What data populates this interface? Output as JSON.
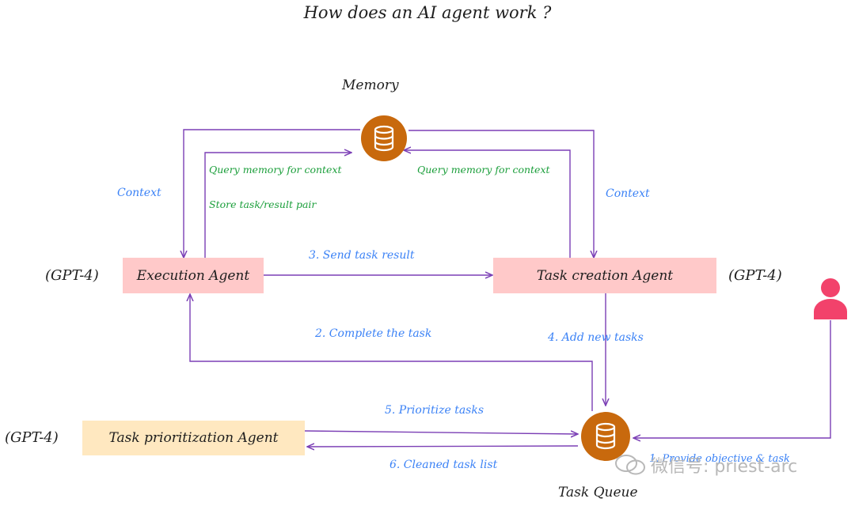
{
  "title": "How does an AI agent work ?",
  "nodes": {
    "memory": {
      "label": "Memory",
      "icon": "database-icon"
    },
    "task_queue": {
      "label": "Task Queue",
      "icon": "database-icon"
    },
    "execution_agent": {
      "label": "Execution Agent",
      "model": "(GPT-4)"
    },
    "task_creation_agent": {
      "label": "Task creation Agent",
      "model": "(GPT-4)"
    },
    "task_prioritization_agent": {
      "label": "Task prioritization Agent",
      "model": "(GPT-4)"
    },
    "user": {
      "icon": "user-icon"
    }
  },
  "edges": {
    "context_left": "Context",
    "context_right": "Context",
    "query_left": "Query memory for context",
    "store_pair": "Store task/result pair",
    "query_right": "Query memory for context",
    "send_result": "3. Send task result",
    "complete_task": "2. Complete the task",
    "add_tasks": "4.  Add new tasks",
    "prioritize": "5. Prioritize tasks",
    "cleaned_list": "6. Cleaned task list",
    "objective": "1. Provide objective & task"
  },
  "watermark": "微信号: priest-arc",
  "colors": {
    "arrow": "#7b3fb5",
    "db_fill": "#c8690d",
    "agent_pink": "#ffc9c9",
    "agent_yellow": "#ffe8c0",
    "user": "#f2426b",
    "label_blue": "#3b82f6",
    "label_green": "#1a9e3a"
  }
}
